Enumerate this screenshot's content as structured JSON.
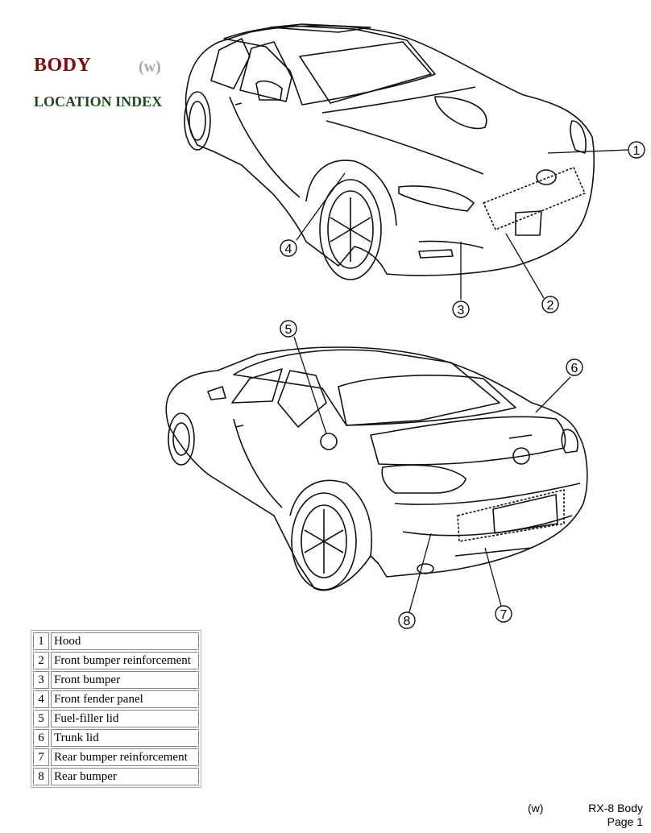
{
  "header": {
    "title": "BODY",
    "code": "(w)",
    "subtitle": "LOCATION INDEX"
  },
  "callouts": [
    "1",
    "2",
    "3",
    "4",
    "5",
    "6",
    "7",
    "8"
  ],
  "legend": [
    {
      "num": "1",
      "part": "Hood"
    },
    {
      "num": "2",
      "part": "Front bumper reinforcement"
    },
    {
      "num": "3",
      "part": "Front bumper"
    },
    {
      "num": "4",
      "part": "Front fender panel"
    },
    {
      "num": "5",
      "part": "Fuel-filler lid"
    },
    {
      "num": "6",
      "part": "Trunk lid"
    },
    {
      "num": "7",
      "part": "Rear bumper reinforcement"
    },
    {
      "num": "8",
      "part": "Rear bumper"
    }
  ],
  "footer": {
    "code": "(w)",
    "model": "RX-8 Body",
    "page": "Page 1"
  },
  "colors": {
    "title": "#7a0c0c",
    "code": "#a8a8a8",
    "subtitle": "#1c4a1c"
  }
}
